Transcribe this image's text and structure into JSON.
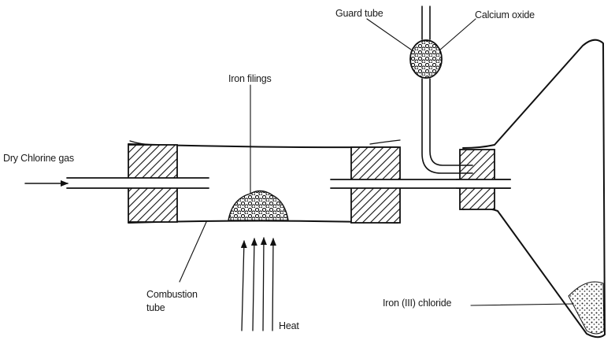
{
  "labels": {
    "guard_tube": "Guard tube",
    "calcium_oxide": "Calcium oxide",
    "iron_filings": "Iron filings",
    "dry_chlorine_gas": "Dry Chlorine gas",
    "combustion_tube_line1": "Combustion",
    "combustion_tube_line2": "tube",
    "heat": "Heat",
    "iron_chloride": "Iron (III) chloride"
  },
  "colors": {
    "ink": "#111111",
    "background": "#ffffff"
  }
}
